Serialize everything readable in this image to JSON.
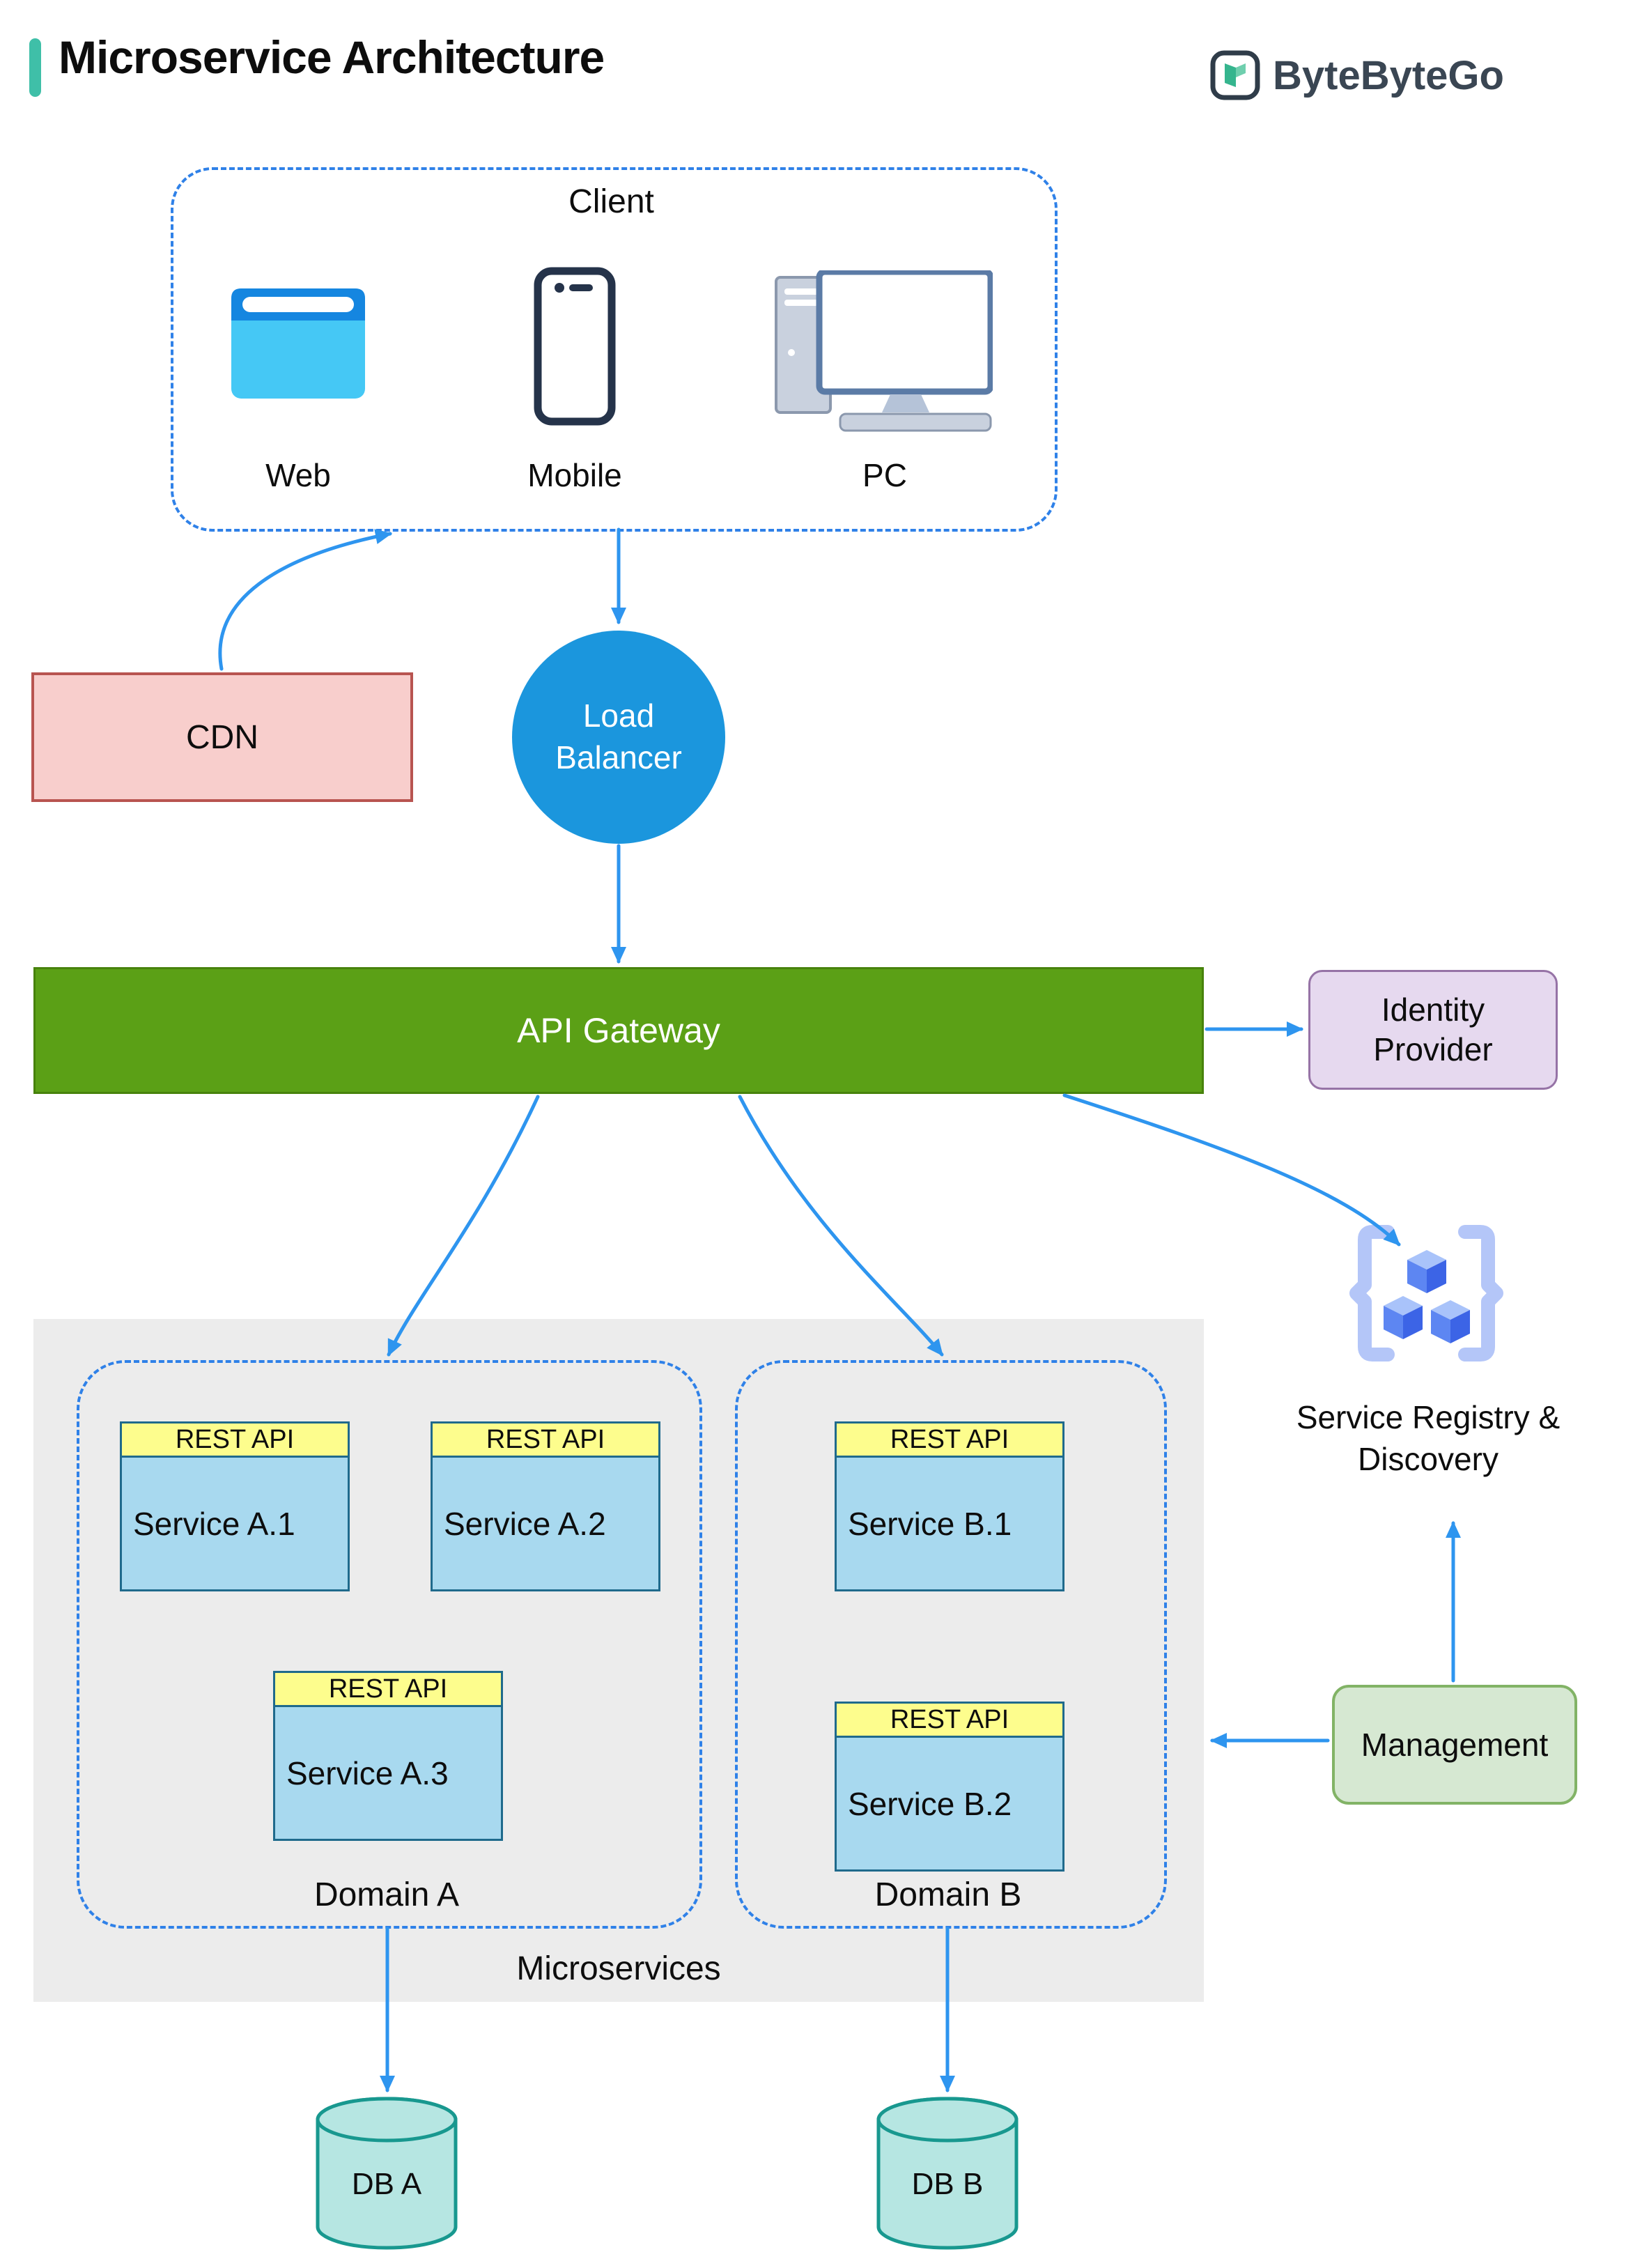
{
  "header": {
    "title": "Microservice Architecture",
    "brand": "ByteByteGo"
  },
  "client": {
    "label": "Client",
    "devices": [
      {
        "label": "Web"
      },
      {
        "label": "Mobile"
      },
      {
        "label": "PC"
      }
    ]
  },
  "cdn": {
    "label": "CDN"
  },
  "load_balancer": {
    "label": "Load Balancer"
  },
  "api_gateway": {
    "label": "API Gateway"
  },
  "identity_provider": {
    "label": "Identity Provider"
  },
  "service_registry": {
    "label": "Service Registry & Discovery"
  },
  "management": {
    "label": "Management"
  },
  "microservices": {
    "label": "Microservices",
    "domain_a": {
      "label": "Domain A",
      "services": [
        {
          "header": "REST API",
          "name": "Service A.1"
        },
        {
          "header": "REST API",
          "name": "Service A.2"
        },
        {
          "header": "REST API",
          "name": "Service A.3"
        }
      ]
    },
    "domain_b": {
      "label": "Domain B",
      "services": [
        {
          "header": "REST API",
          "name": "Service B.1"
        },
        {
          "header": "REST API",
          "name": "Service B.2"
        }
      ]
    }
  },
  "databases": {
    "db_a": "DB A",
    "db_b": "DB B"
  },
  "colors": {
    "arrow": "#2e95ef",
    "dashed_border": "#2f81e8",
    "title_accent": "#3fbfa8",
    "cdn_fill": "#f8cecc",
    "cdn_border": "#b85450",
    "load_balancer_fill": "#1b96dd",
    "api_gateway_fill": "#5ba016",
    "identity_fill": "#e6d9ef",
    "identity_border": "#9673a6",
    "management_fill": "#d6e8d2",
    "management_border": "#82b366",
    "service_header_fill": "#fdfd8d",
    "service_body_fill": "#a8d9ef",
    "service_border": "#1f6a8c",
    "db_fill": "#b6e6e2",
    "db_border": "#18988f",
    "microservices_bg": "#ececec"
  }
}
